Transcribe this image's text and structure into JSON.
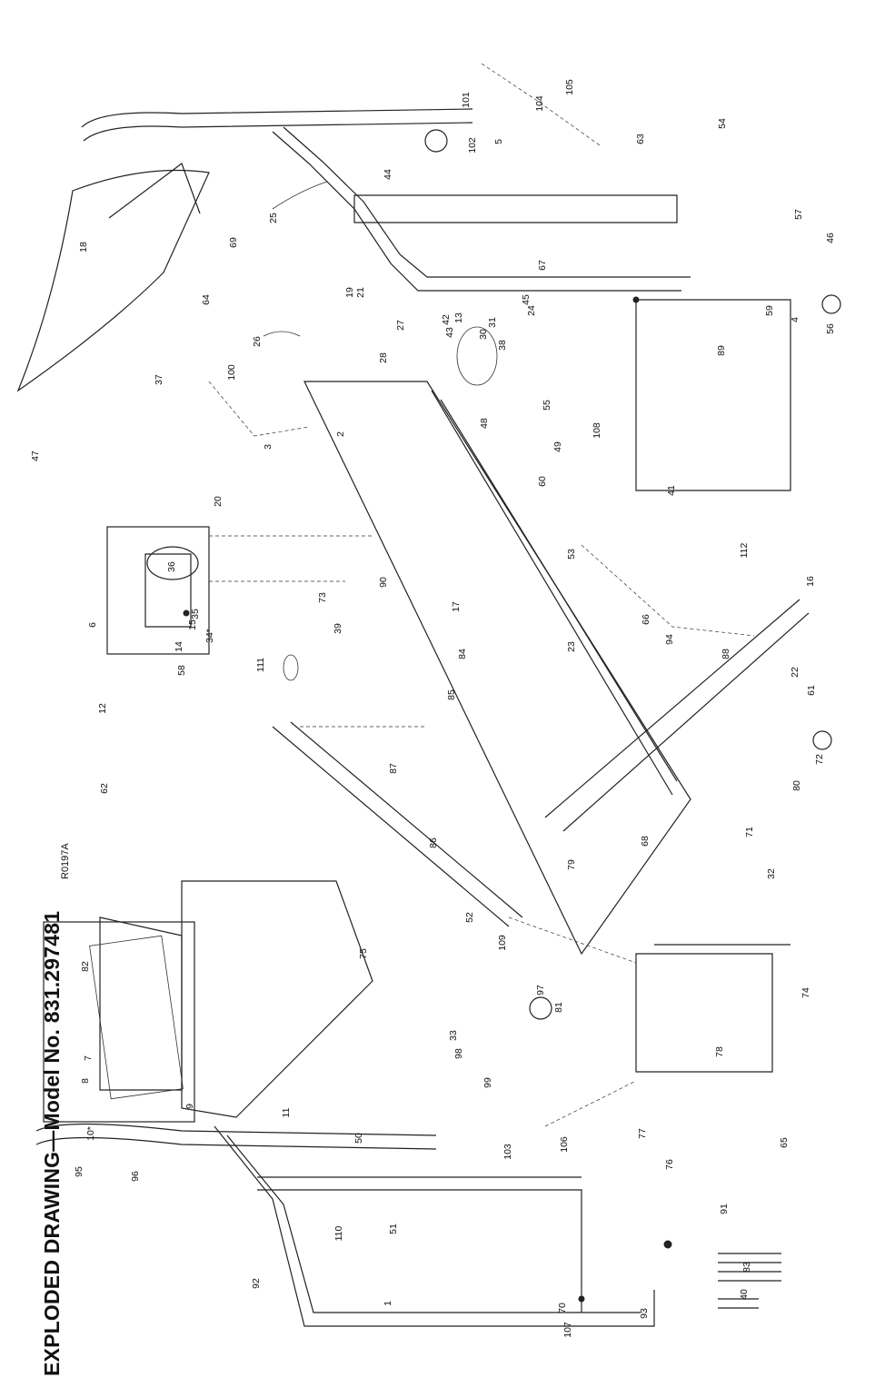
{
  "title": "EXPLODED DRAWING—Model No. 831.297481",
  "reference_code": "R0197A",
  "part_labels": [
    "1",
    "2",
    "3",
    "4",
    "5",
    "6",
    "7",
    "8",
    "9",
    "10*",
    "11",
    "12",
    "13",
    "14",
    "15",
    "16",
    "17",
    "18",
    "19",
    "20",
    "21",
    "22",
    "23",
    "24",
    "25",
    "26",
    "27",
    "28",
    "30",
    "31",
    "32",
    "33",
    "34*",
    "35",
    "36",
    "37",
    "38",
    "39",
    "40",
    "41",
    "42",
    "43",
    "44",
    "45",
    "46",
    "47",
    "48",
    "49",
    "50",
    "51",
    "52",
    "53",
    "54",
    "55",
    "56",
    "57",
    "58",
    "59",
    "60",
    "61",
    "62",
    "63",
    "64",
    "65",
    "66",
    "67",
    "68",
    "69",
    "70",
    "71",
    "72",
    "73",
    "74",
    "75",
    "76",
    "77",
    "78",
    "79",
    "80",
    "81",
    "82",
    "83",
    "84",
    "85",
    "86",
    "87",
    "88",
    "89",
    "90",
    "91",
    "92",
    "93",
    "94",
    "95",
    "96",
    "97",
    "98",
    "99",
    "100",
    "101",
    "102",
    "103",
    "104",
    "105",
    "106",
    "107",
    "108",
    "109",
    "110",
    "111",
    "112"
  ]
}
